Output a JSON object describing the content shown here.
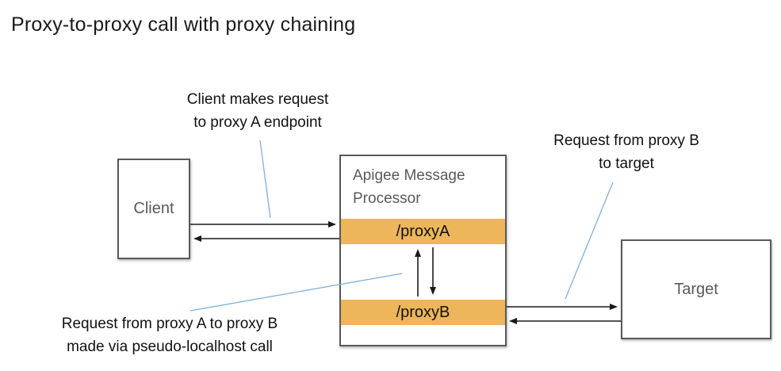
{
  "title": "Proxy-to-proxy call with proxy chaining",
  "nodes": {
    "client": {
      "label": "Client"
    },
    "message_processor": {
      "label": "Apigee Message Processor",
      "endpoints": [
        {
          "label": "/proxyA"
        },
        {
          "label": "/proxyB"
        }
      ]
    },
    "target": {
      "label": "Target"
    }
  },
  "annotations": {
    "client_request": "Client makes request\nto proxy A endpoint",
    "proxy_b_to_target": "Request from proxy B\nto target",
    "proxy_a_to_proxy_b": "Request from proxy A to proxy B\nmade via pseudo-localhost call"
  },
  "colors": {
    "endpoint_bar_orange": "#edb65a",
    "leader_line_blue": "#7fb0dc",
    "box_border_gray": "#58595b",
    "box_label_gray": "#595959",
    "arrow_black": "#1a1a1a"
  }
}
